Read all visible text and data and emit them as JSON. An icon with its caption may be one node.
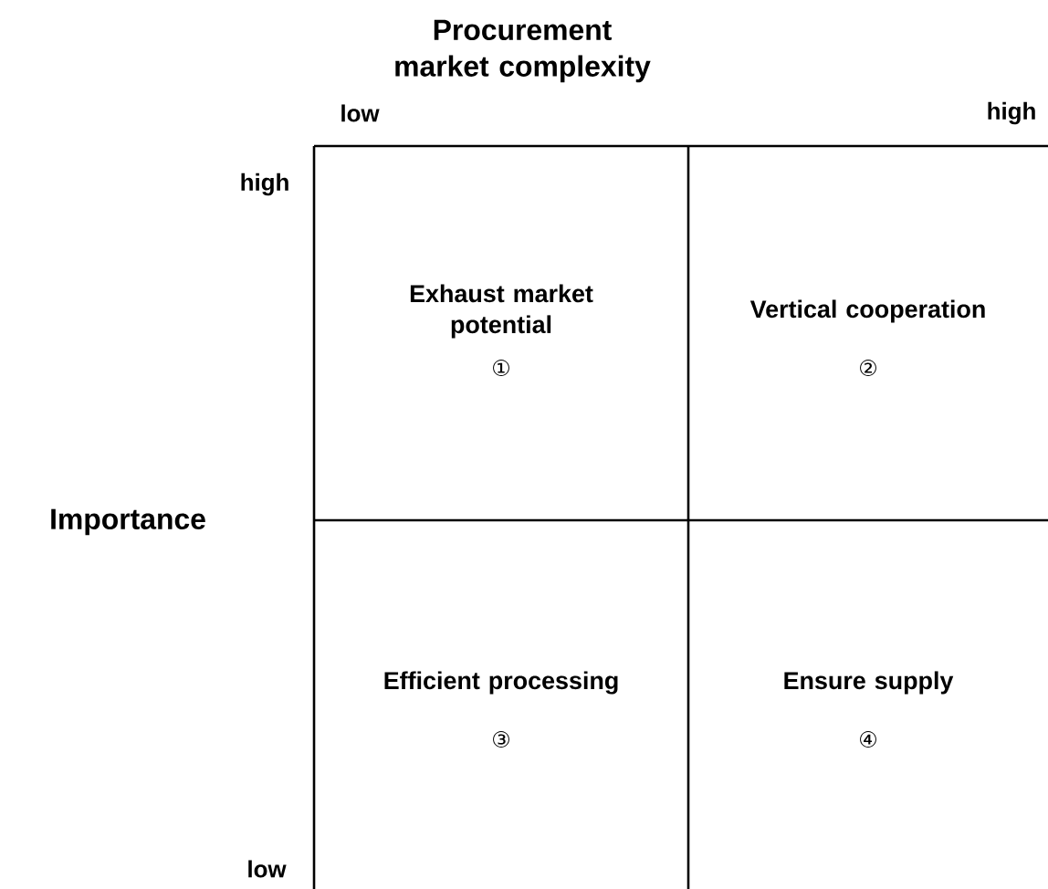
{
  "diagram": {
    "nodes": [
      {
        "text": [
          "Exhaust market potential",
          "①"
        ]
      },
      {
        "text": [
          "Vertical cooperation",
          "②"
        ]
      },
      {
        "text": [
          "Efficient processing",
          "③"
        ]
      },
      {
        "text": [
          "Ensure supply",
          "④"
        ]
      }
    ],
    "labels": [
      "Procurement market complexity",
      "low",
      "high",
      "high",
      "Importance",
      "low"
    ]
  }
}
